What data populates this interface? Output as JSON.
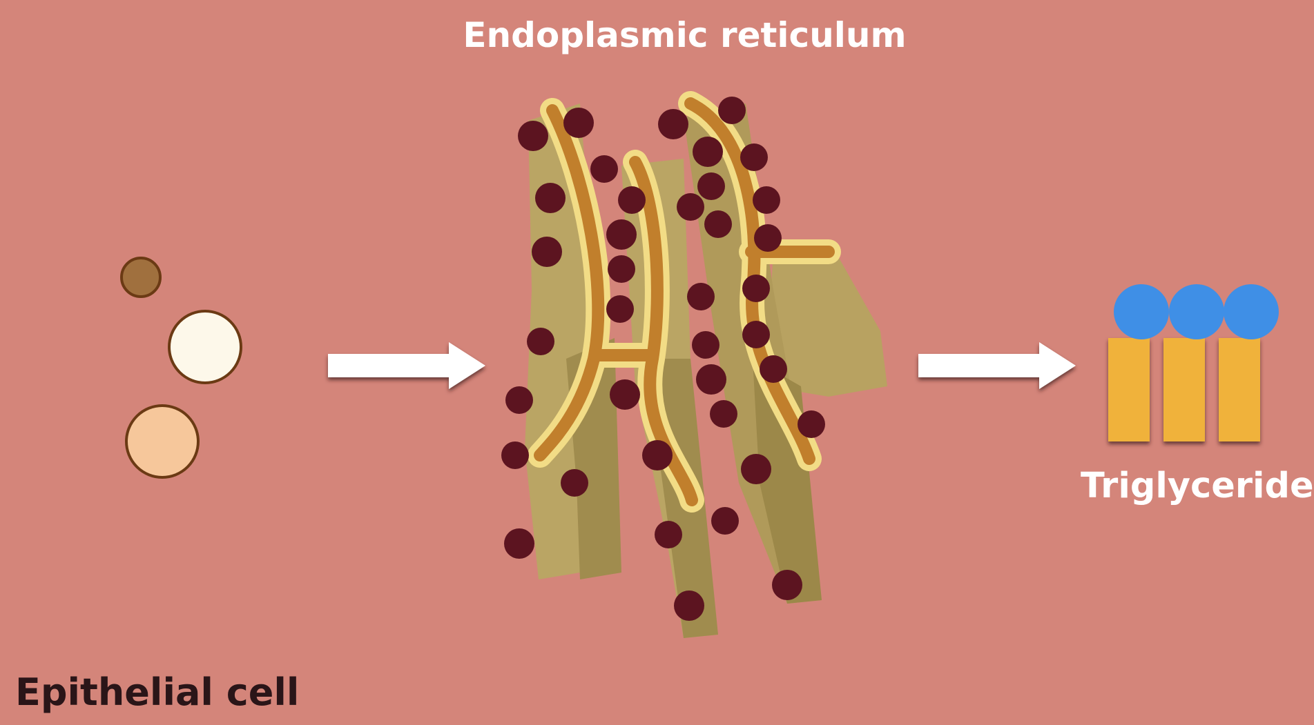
{
  "labels": {
    "er_title": "Endoplasmic reticulum",
    "triglyceride": "Triglyceride",
    "cell": "Epithelial cell"
  },
  "colors": {
    "background": "#d4857a",
    "er_sheet": "#baa564",
    "er_sheet_shade": "#a08c4e",
    "er_tube_outline": "#f2dc86",
    "er_tube_fill": "#c17f2c",
    "ribosome": "#5c1420",
    "arrow": "#ffffff",
    "lipid_head": "#3f8fe6",
    "lipid_tail": "#f0b23a",
    "molecule_small": "#a0703e",
    "molecule_white": "#fdf8ea",
    "molecule_peach": "#f6c79b",
    "label_light": "#ffffff",
    "label_dark": "#2a1518"
  },
  "icons": [
    "right-arrow-icon",
    "right-arrow-icon"
  ]
}
